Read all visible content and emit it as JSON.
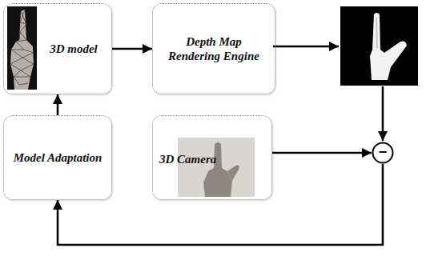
{
  "diagram": {
    "nodes": [
      {
        "text": [
          "3D model"
        ]
      },
      {
        "text": [
          "Depth Map Rendering Engine"
        ]
      },
      {
        "text": [
          "Model Adaptation"
        ]
      },
      {
        "text": [
          "3D Camera"
        ]
      },
      {
        "text": [
          "−"
        ]
      }
    ],
    "edges": [
      {
        "from": 2,
        "to": 0,
        "arrow": "to"
      },
      {
        "from": 0,
        "to": 1,
        "arrow": "to"
      },
      {
        "from": 3,
        "to": 4,
        "arrow": "to"
      },
      {
        "from": 4,
        "to": 2,
        "arrow": "to"
      }
    ]
  }
}
